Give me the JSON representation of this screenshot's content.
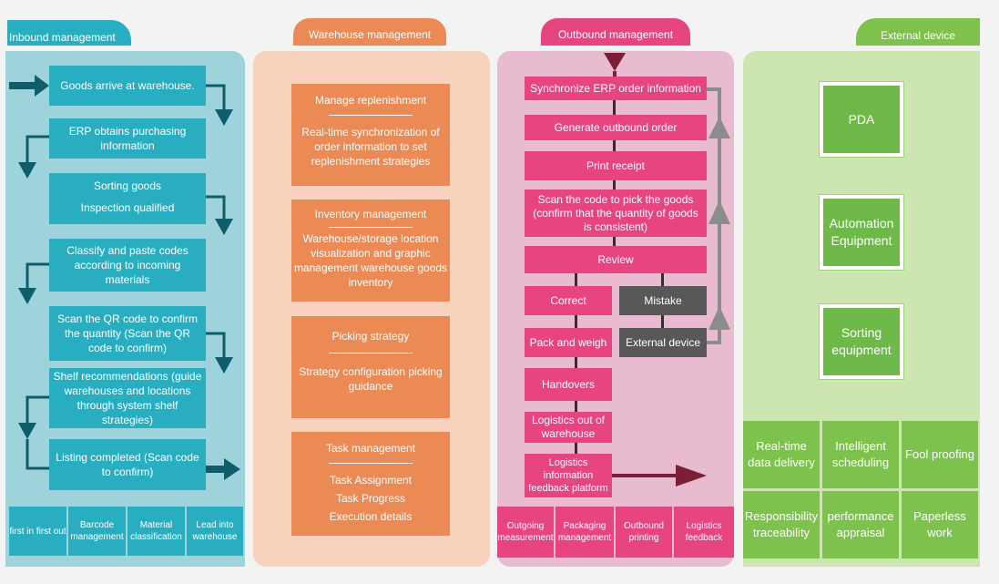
{
  "inbound": {
    "title": "Inbound management",
    "steps": [
      "Goods arrive at warehouse.",
      "ERP obtains purchasing information",
      "Sorting goods",
      "Inspection qualified",
      "Classify and paste codes according to incoming materials",
      "Scan the QR code to confirm the quantity (Scan the QR code to confirm)",
      "Shelf recommendations (guide warehouses and locations through system shelf strategies)",
      "Listing completed (Scan code to confirm)"
    ],
    "footer": [
      "first in first out",
      "Barcode management",
      "Material classification",
      "Lead into warehouse"
    ]
  },
  "warehouse": {
    "title": "Warehouse management",
    "blocks": [
      {
        "heading": "Manage replenishment",
        "body": "Real-time synchronization of order information to set replenishment strategies"
      },
      {
        "heading": "Inventory management",
        "body": "Warehouse/storage location visualization and graphic management warehouse goods inventory"
      },
      {
        "heading": "Picking strategy",
        "body": "Strategy configuration picking guidance"
      },
      {
        "heading": "Task management",
        "body": "Task Assignment\nTask Progress\nExecution details"
      }
    ]
  },
  "outbound": {
    "title": "Outbound management",
    "steps": [
      "Synchronize ERP order information",
      "Generate outbound order",
      "Print receipt",
      "Scan the code to pick the goods (confirm that the quantity of goods is consistent)",
      "Review",
      "Correct",
      "Mistake",
      "Pack and weigh",
      "External device",
      "Handovers",
      "Logistics out of warehouse",
      "Logistics information feedback platform"
    ],
    "footer": [
      "Outgoing measurement",
      "Packaging management",
      "Outbound printing",
      "Logistics feedback"
    ]
  },
  "external": {
    "title": "External device",
    "devices": [
      "PDA",
      "Automation Equipment",
      "Sorting equipment"
    ],
    "features": [
      "Real-time data delivery",
      "Intelligent scheduling",
      "Fool proofing",
      "Responsibility traceability",
      "performance appraisal",
      "Paperless work"
    ]
  },
  "colors": {
    "teal": "#28aec0",
    "teal_panel": "#9fd3dc",
    "orange": "#ec8a56",
    "orange_panel": "#f7d3be",
    "pink": "#e6457f",
    "pink_panel": "#e9bbd0",
    "green": "#7cc24c",
    "green_panel": "#cde6b1",
    "dark_arrow": "#7a1f35",
    "gray": "#585858"
  }
}
